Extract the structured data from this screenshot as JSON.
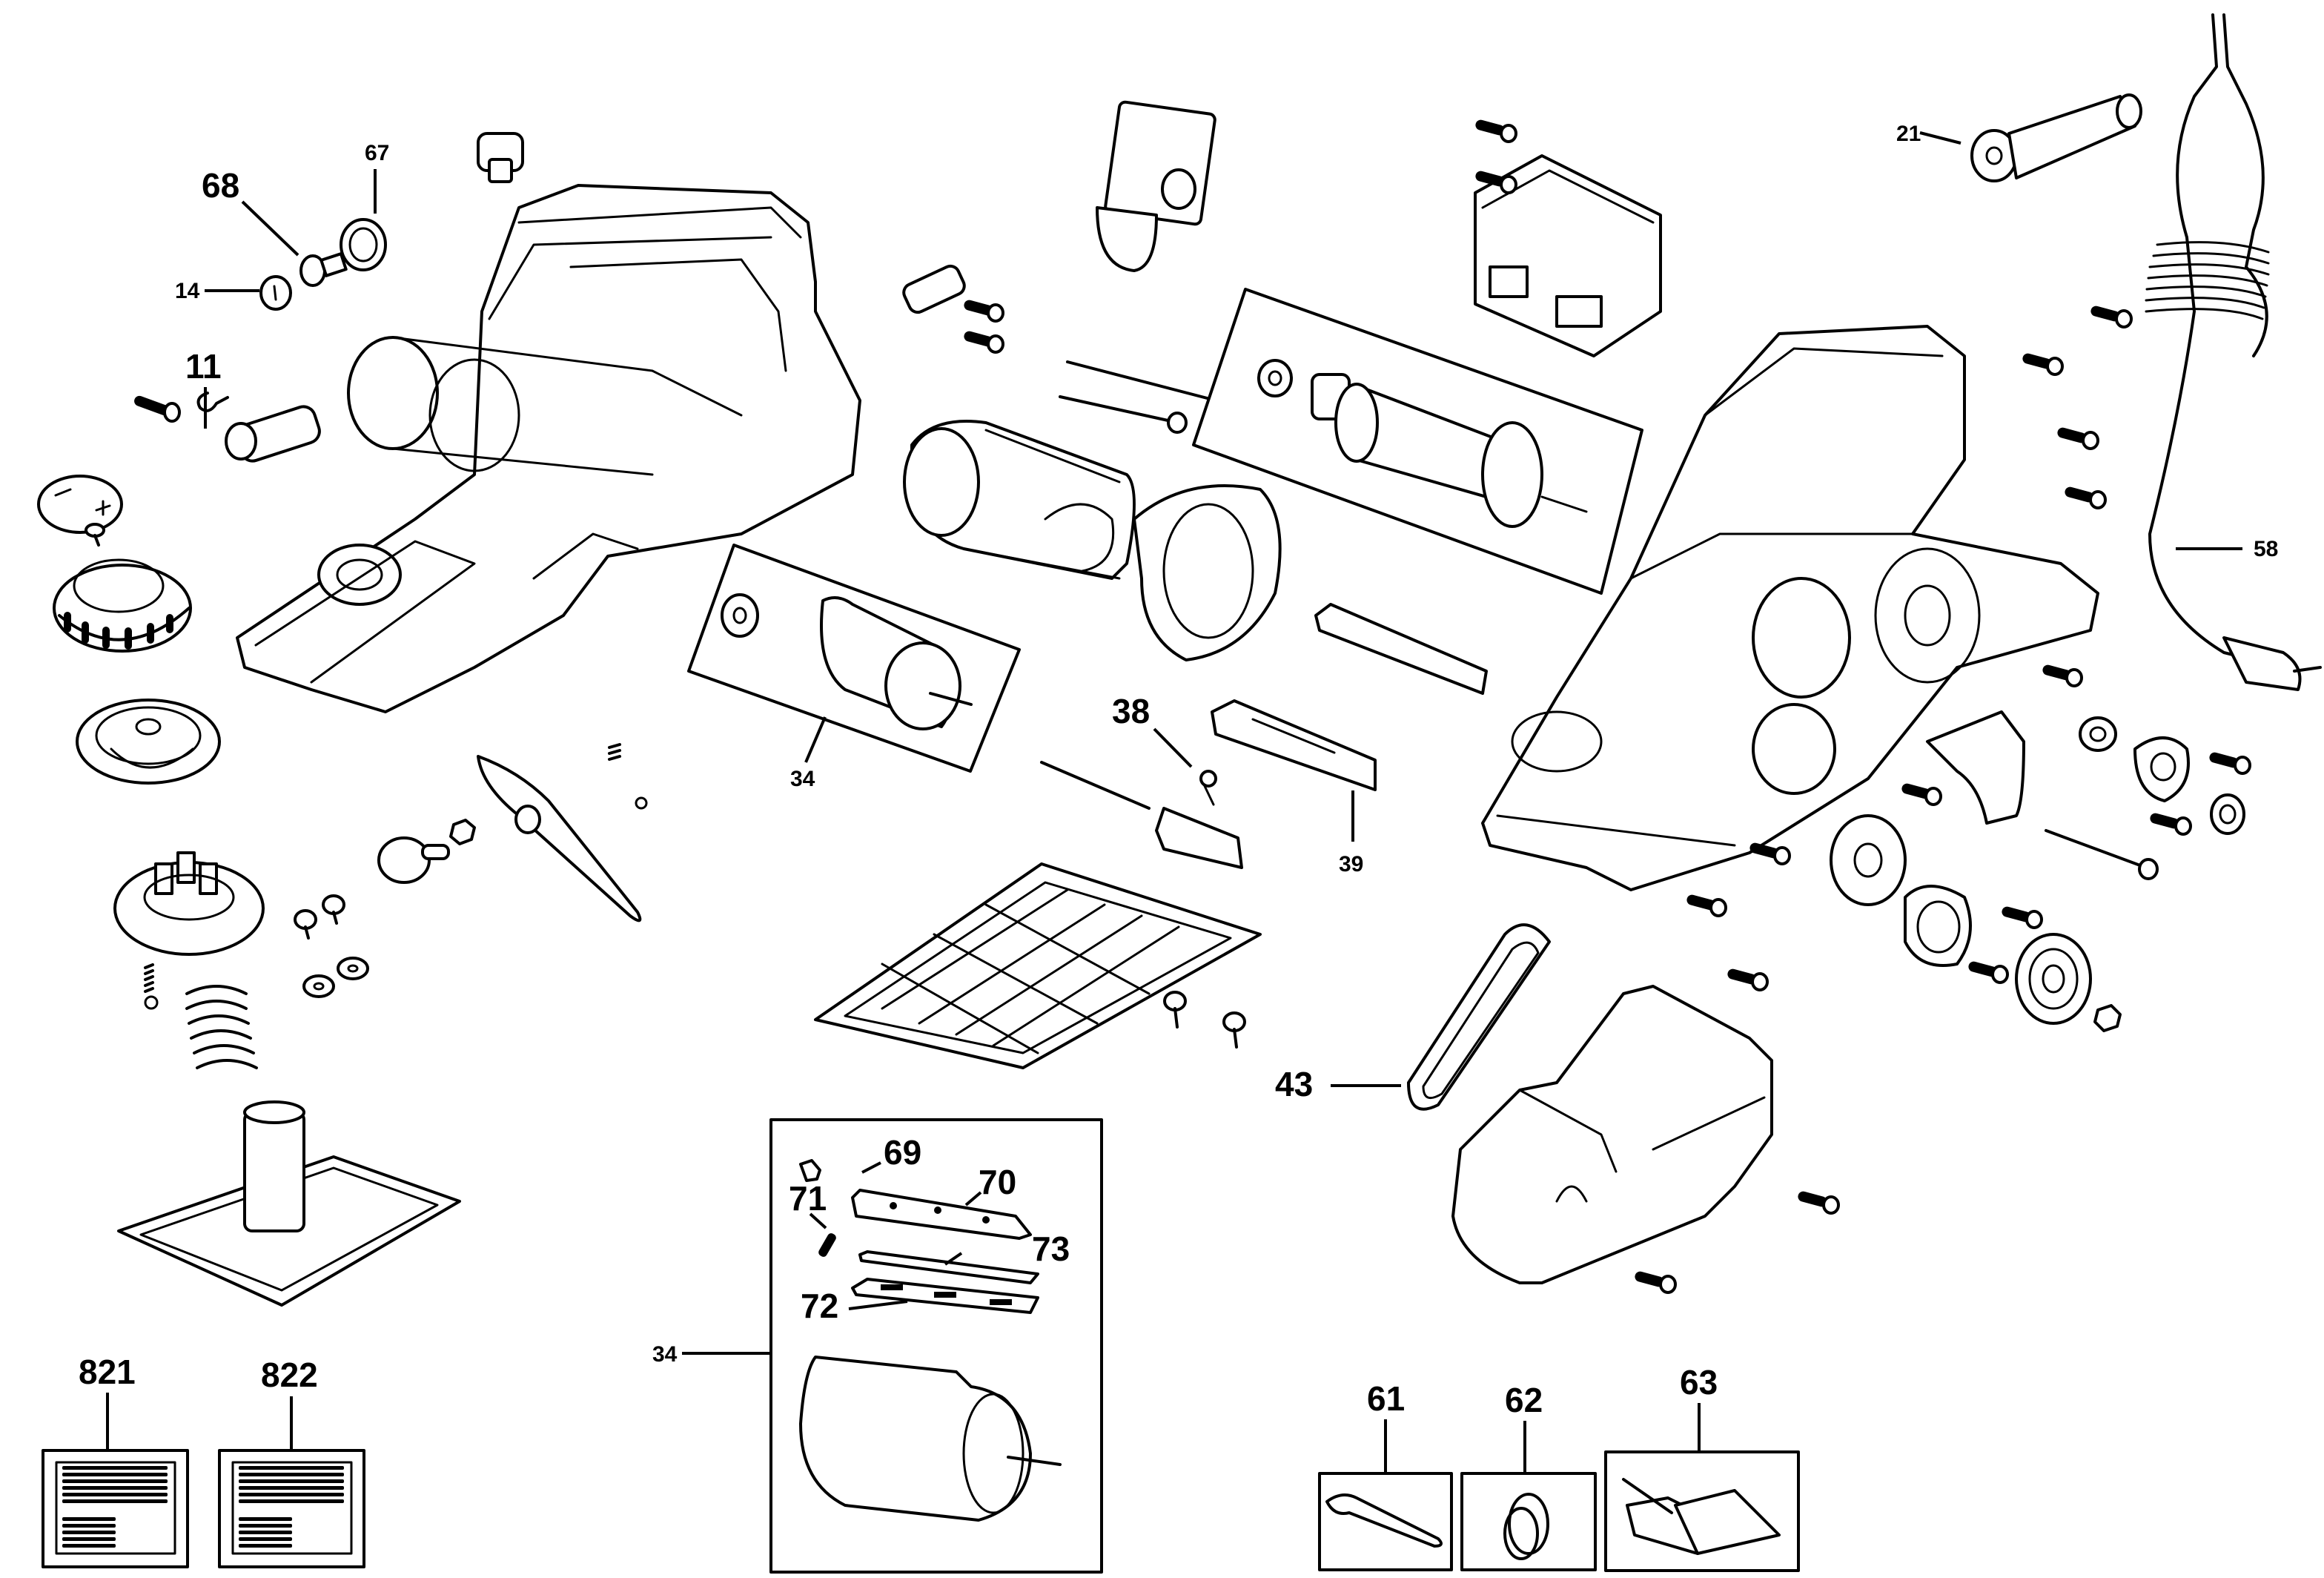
{
  "diagram": {
    "type": "exploded-parts-diagram",
    "subject": "electric planer",
    "callouts": [
      {
        "id": "c14",
        "label": "14",
        "part": "cap / plug"
      },
      {
        "id": "c68",
        "label": "68",
        "part": "bushing clip"
      },
      {
        "id": "c67",
        "label": "67",
        "part": "bearing"
      },
      {
        "id": "c11",
        "label": "11",
        "part": "spring"
      },
      {
        "id": "c21",
        "label": "21",
        "part": "cord protector"
      },
      {
        "id": "c58",
        "label": "58",
        "part": "power cord with plug"
      },
      {
        "id": "c34a",
        "label": "34",
        "part": "cutter drum assembly"
      },
      {
        "id": "c38",
        "label": "38",
        "part": "torsion spring"
      },
      {
        "id": "c39",
        "label": "39",
        "part": "guide rail"
      },
      {
        "id": "c43",
        "label": "43",
        "part": "drive belt"
      },
      {
        "id": "c34b",
        "label": "34",
        "part": "cutter drum assembly (detail)"
      },
      {
        "id": "c69",
        "label": "69",
        "part": "screw"
      },
      {
        "id": "c70",
        "label": "70",
        "part": "blade clamp"
      },
      {
        "id": "c71",
        "label": "71",
        "part": "set screw"
      },
      {
        "id": "c72",
        "label": "72",
        "part": "blade holder"
      },
      {
        "id": "c73",
        "label": "73",
        "part": "blade"
      },
      {
        "id": "c821",
        "label": "821",
        "part": "label"
      },
      {
        "id": "c822",
        "label": "822",
        "part": "label"
      },
      {
        "id": "c61",
        "label": "61",
        "part": "wrench"
      },
      {
        "id": "c62",
        "label": "62",
        "part": "adapter"
      },
      {
        "id": "c63",
        "label": "63",
        "part": "blade setting gauge"
      }
    ]
  }
}
